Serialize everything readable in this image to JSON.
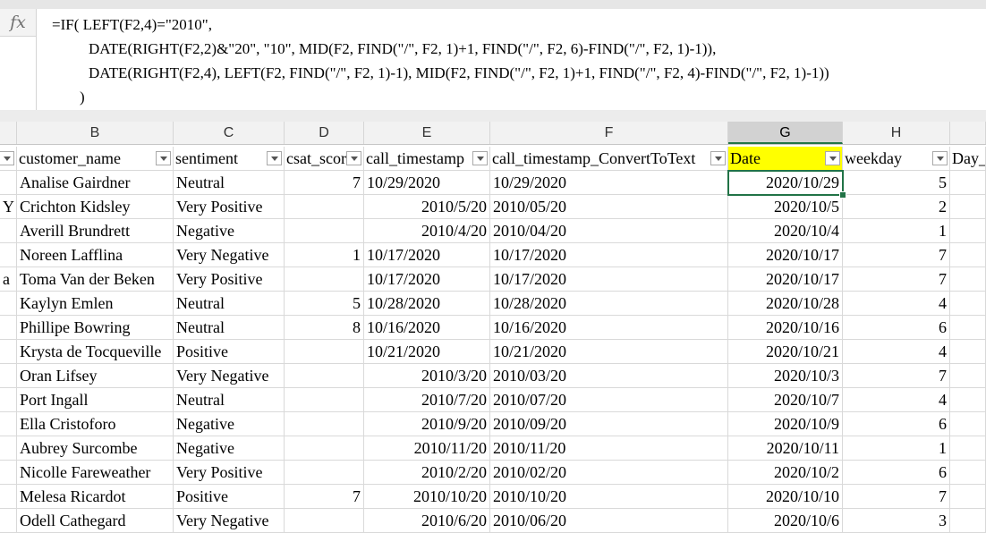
{
  "formula_bar": {
    "fx_label": "fx",
    "lines": [
      "=IF( LEFT(F2,4)=\"2010\",",
      "DATE(RIGHT(F2,2)&\"20\", \"10\", MID(F2, FIND(\"/\", F2, 1)+1, FIND(\"/\", F2, 6)-FIND(\"/\", F2, 1)-1)),",
      "DATE(RIGHT(F2,4), LEFT(F2, FIND(\"/\", F2, 1)-1), MID(F2, FIND(\"/\", F2, 1)+1, FIND(\"/\", F2, 4)-FIND(\"/\", F2, 1)-1))",
      ")"
    ]
  },
  "column_letters": [
    "B",
    "C",
    "D",
    "E",
    "F",
    "G",
    "H"
  ],
  "selected_column": "G",
  "headers": [
    "customer_name",
    "sentiment",
    "csat_scor",
    "call_timestamp",
    "call_timestamp_ConvertToText",
    "Date",
    "weekday",
    "Day_"
  ],
  "partial_a": [
    "",
    "Y",
    "",
    "",
    "a",
    "",
    "",
    "",
    "",
    "",
    "",
    "",
    "",
    "",
    ""
  ],
  "rows": [
    {
      "name": "Analise Gairdner",
      "sentiment": "Neutral",
      "csat": "7",
      "ts": "10/29/2020",
      "ts_align": "left",
      "text": "10/29/2020",
      "date": "2020/10/29",
      "weekday": "5"
    },
    {
      "name": "Crichton Kidsley",
      "sentiment": "Very Positive",
      "csat": "",
      "ts": "2010/5/20",
      "ts_align": "right",
      "text": "2010/05/20",
      "date": "2020/10/5",
      "weekday": "2"
    },
    {
      "name": "Averill Brundrett",
      "sentiment": "Negative",
      "csat": "",
      "ts": "2010/4/20",
      "ts_align": "right",
      "text": "2010/04/20",
      "date": "2020/10/4",
      "weekday": "1"
    },
    {
      "name": "Noreen Lafflina",
      "sentiment": "Very Negative",
      "csat": "1",
      "ts": "10/17/2020",
      "ts_align": "left",
      "text": "10/17/2020",
      "date": "2020/10/17",
      "weekday": "7"
    },
    {
      "name": "Toma Van der Beken",
      "sentiment": "Very Positive",
      "csat": "",
      "ts": "10/17/2020",
      "ts_align": "left",
      "text": "10/17/2020",
      "date": "2020/10/17",
      "weekday": "7"
    },
    {
      "name": "Kaylyn Emlen",
      "sentiment": "Neutral",
      "csat": "5",
      "ts": "10/28/2020",
      "ts_align": "left",
      "text": "10/28/2020",
      "date": "2020/10/28",
      "weekday": "4"
    },
    {
      "name": "Phillipe Bowring",
      "sentiment": "Neutral",
      "csat": "8",
      "ts": "10/16/2020",
      "ts_align": "left",
      "text": "10/16/2020",
      "date": "2020/10/16",
      "weekday": "6"
    },
    {
      "name": "Krysta de Tocqueville",
      "sentiment": "Positive",
      "csat": "",
      "ts": "10/21/2020",
      "ts_align": "left",
      "text": "10/21/2020",
      "date": "2020/10/21",
      "weekday": "4"
    },
    {
      "name": "Oran Lifsey",
      "sentiment": "Very Negative",
      "csat": "",
      "ts": "2010/3/20",
      "ts_align": "right",
      "text": "2010/03/20",
      "date": "2020/10/3",
      "weekday": "7"
    },
    {
      "name": "Port Ingall",
      "sentiment": "Neutral",
      "csat": "",
      "ts": "2010/7/20",
      "ts_align": "right",
      "text": "2010/07/20",
      "date": "2020/10/7",
      "weekday": "4"
    },
    {
      "name": "Ella Cristoforo",
      "sentiment": "Negative",
      "csat": "",
      "ts": "2010/9/20",
      "ts_align": "right",
      "text": "2010/09/20",
      "date": "2020/10/9",
      "weekday": "6"
    },
    {
      "name": "Aubrey Surcombe",
      "sentiment": "Negative",
      "csat": "",
      "ts": "2010/11/20",
      "ts_align": "right",
      "text": "2010/11/20",
      "date": "2020/10/11",
      "weekday": "1"
    },
    {
      "name": "Nicolle Fareweather",
      "sentiment": "Very Positive",
      "csat": "",
      "ts": "2010/2/20",
      "ts_align": "right",
      "text": "2010/02/20",
      "date": "2020/10/2",
      "weekday": "6"
    },
    {
      "name": "Melesa Ricardot",
      "sentiment": "Positive",
      "csat": "7",
      "ts": "2010/10/20",
      "ts_align": "right",
      "text": "2010/10/20",
      "date": "2020/10/10",
      "weekday": "7"
    },
    {
      "name": "Odell Cathegard",
      "sentiment": "Very Negative",
      "csat": "",
      "ts": "2010/6/20",
      "ts_align": "right",
      "text": "2010/06/20",
      "date": "2020/10/6",
      "weekday": "3"
    }
  ],
  "colors": {
    "selection": "#217346",
    "header_highlight": "#ffff00"
  }
}
